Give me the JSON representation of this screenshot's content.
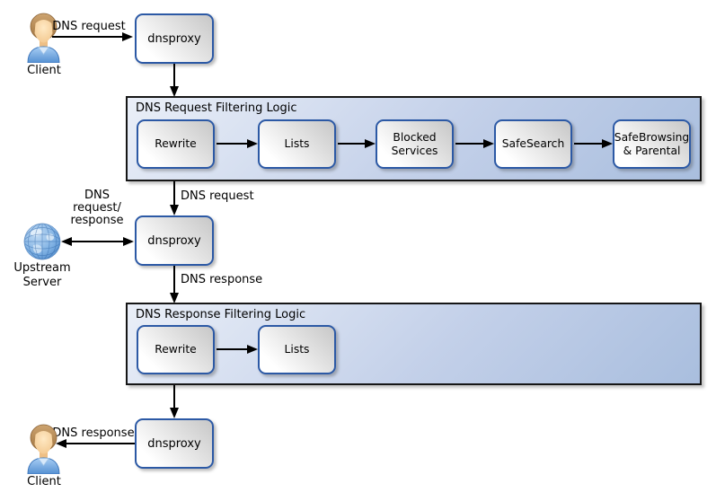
{
  "diagram": {
    "client_top": {
      "label": "Client"
    },
    "client_bottom": {
      "label": "Client"
    },
    "upstream_server": {
      "label": "Upstream Server"
    },
    "dnsproxy_top": {
      "label": "dnsproxy"
    },
    "dnsproxy_mid": {
      "label": "dnsproxy"
    },
    "dnsproxy_bottom": {
      "label": "dnsproxy"
    },
    "request_filter": {
      "title": "DNS Request Filtering Logic",
      "steps": [
        "Rewrite",
        "Lists",
        "Blocked Services",
        "SafeSearch",
        "SafeBrowsing & Parental"
      ]
    },
    "response_filter": {
      "title": "DNS Response Filtering Logic",
      "steps": [
        "Rewrite",
        "Lists"
      ]
    },
    "edge_labels": {
      "client_to_proxy": "DNS request",
      "filter_to_proxy": "DNS request",
      "upstream_exchange": "DNS\nrequest/\nresponse",
      "proxy_to_response_filter": "DNS response",
      "proxy_to_client": "DNS response"
    },
    "icons": [
      "person-icon",
      "globe-icon",
      "arrow-icon"
    ],
    "colors": {
      "node_border": "#2c59a5",
      "node_fill_light": "#ffffff",
      "node_fill_dark": "#c7c7c7",
      "container_border": "#161616",
      "container_fill_light": "#eaeff8",
      "container_fill_dark": "#a9bede",
      "arrow": "#000000"
    }
  }
}
